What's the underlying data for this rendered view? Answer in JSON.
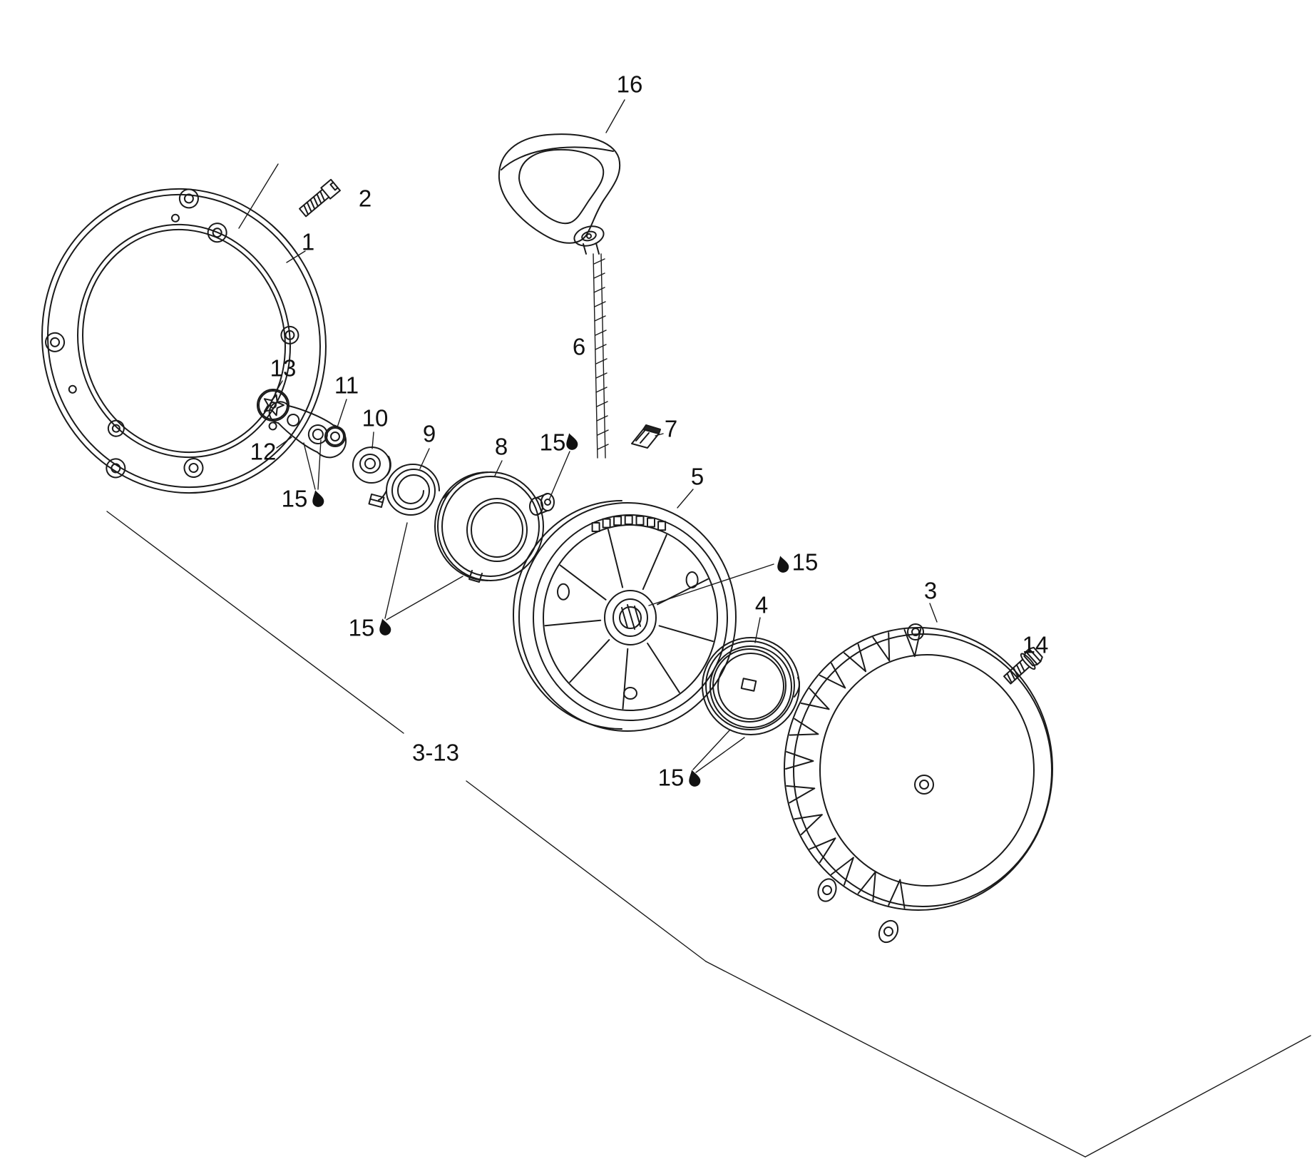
{
  "diagram": {
    "figure_type": "exploded-parts-diagram",
    "background_color": "#ffffff",
    "line_color": "#1a1a1a",
    "text_color": "#111111"
  },
  "icons": {
    "lubrication": "oil-droplet-icon"
  },
  "callouts": {
    "part1": "1",
    "part2": "2",
    "part3": "3",
    "part4": "4",
    "part5": "5",
    "part6": "6",
    "part7": "7",
    "part8": "8",
    "part9": "9",
    "part10": "10",
    "part11": "11",
    "part12": "12",
    "part13": "13",
    "part14": "14",
    "part16": "16",
    "lube": "15",
    "group_range": "3-13"
  }
}
